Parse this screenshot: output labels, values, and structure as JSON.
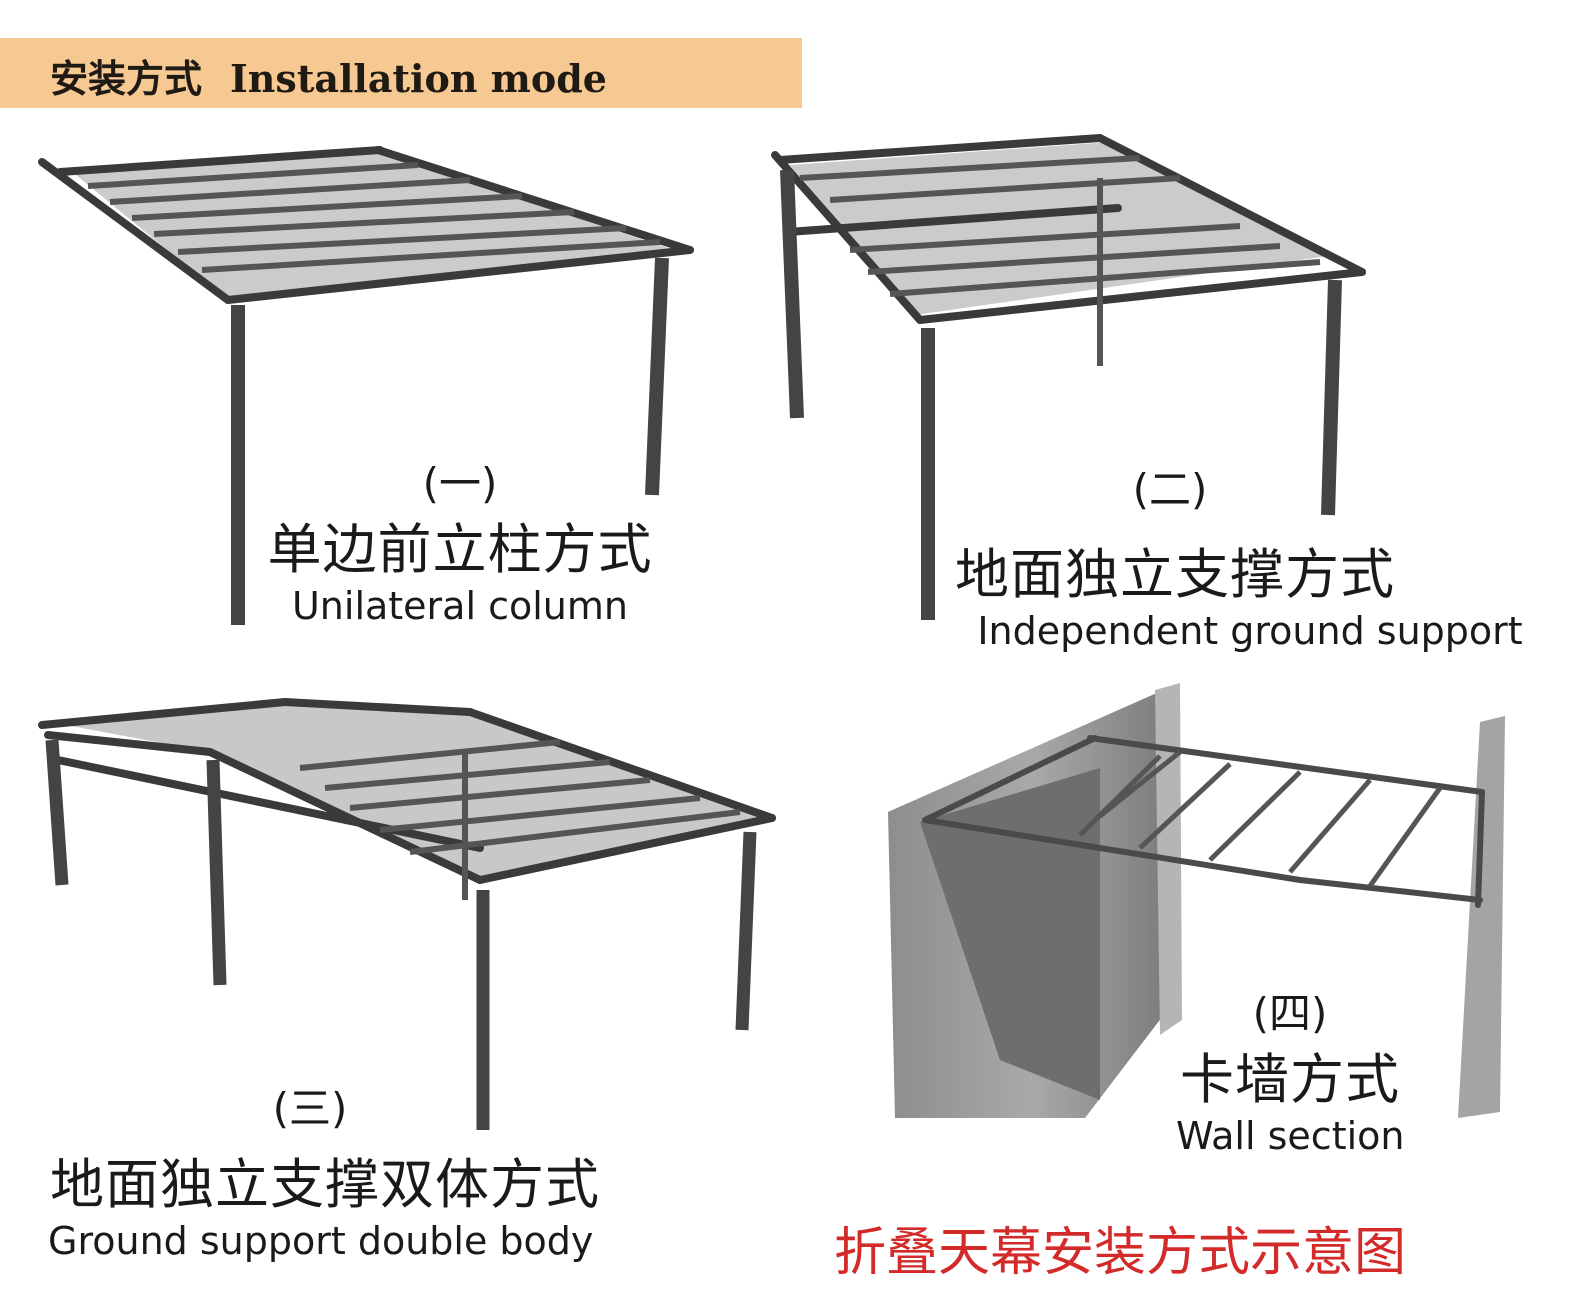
{
  "header": {
    "title_zh": "安装方式",
    "title_en": "Installation mode"
  },
  "panels": [
    {
      "num": "(一)",
      "zh": "单边前立柱方式",
      "en": "Unilateral column"
    },
    {
      "num": "(二)",
      "zh": "地面独立支撑方式",
      "en": "Independent ground support"
    },
    {
      "num": "(三)",
      "zh": "地面独立支撑双体方式",
      "en": "Ground support double body"
    },
    {
      "num": "(四)",
      "zh": "卡墙方式",
      "en": "Wall section"
    }
  ],
  "caption": "折叠天幕安装方式示意图",
  "colors": {
    "header_bg": "#f7c992",
    "caption": "#d32a2a",
    "frame": "#3a3a3a",
    "canopy": "#8a8a8a",
    "wall": "#9b9b9b"
  }
}
